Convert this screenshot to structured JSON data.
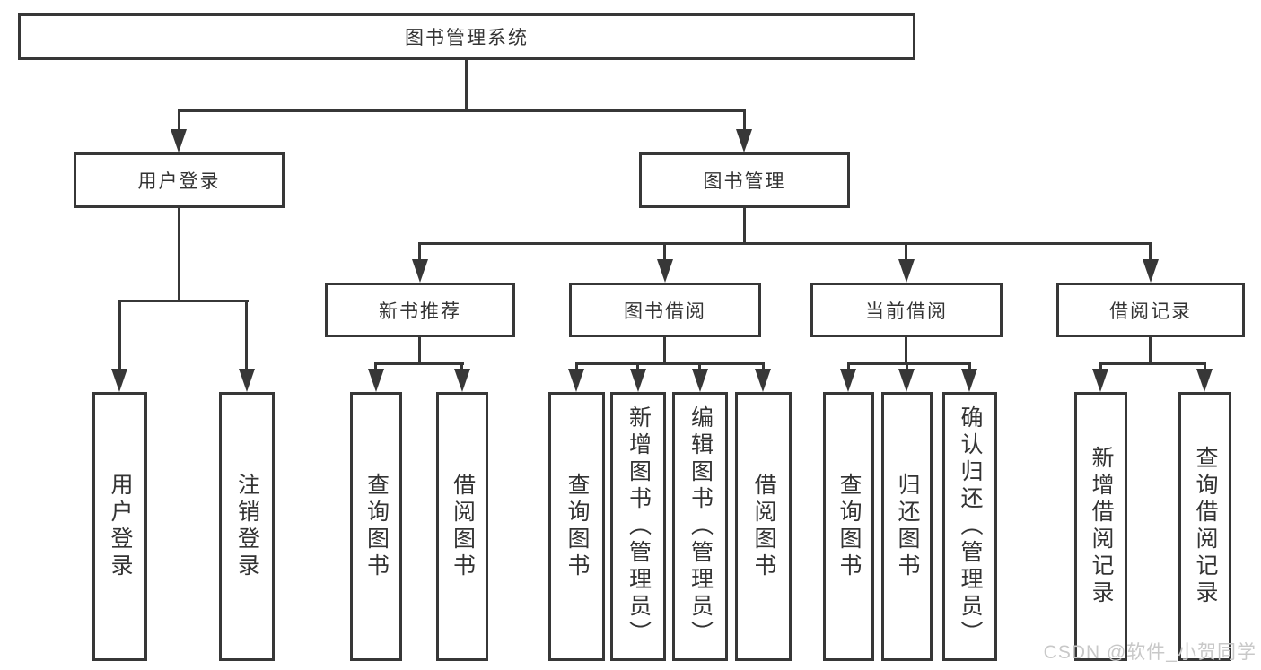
{
  "tree": {
    "root": {
      "label": "图书管理系统"
    },
    "branches": [
      {
        "label": "用户登录",
        "children": [
          {
            "label": "用户登录"
          },
          {
            "label": "注销登录"
          }
        ]
      },
      {
        "label": "图书管理",
        "children": [
          {
            "label": "新书推荐",
            "children": [
              {
                "label": "查询图书"
              },
              {
                "label": "借阅图书"
              }
            ]
          },
          {
            "label": "图书借阅",
            "children": [
              {
                "label": "查询图书"
              },
              {
                "label": "新增图书（管理员）"
              },
              {
                "label": "编辑图书（管理员）"
              },
              {
                "label": "借阅图书"
              }
            ]
          },
          {
            "label": "当前借阅",
            "children": [
              {
                "label": "查询图书"
              },
              {
                "label": "归还图书"
              },
              {
                "label": "确认归还（管理员）"
              }
            ]
          },
          {
            "label": "借阅记录",
            "children": [
              {
                "label": "新增借阅记录"
              },
              {
                "label": "查询借阅记录"
              }
            ]
          }
        ]
      }
    ]
  },
  "watermark": {
    "text": "CSDN @软件_小贺同学"
  },
  "colors": {
    "line": "#373737",
    "text": "#333333",
    "background": "#ffffff",
    "watermark": "#c8c8c8"
  }
}
